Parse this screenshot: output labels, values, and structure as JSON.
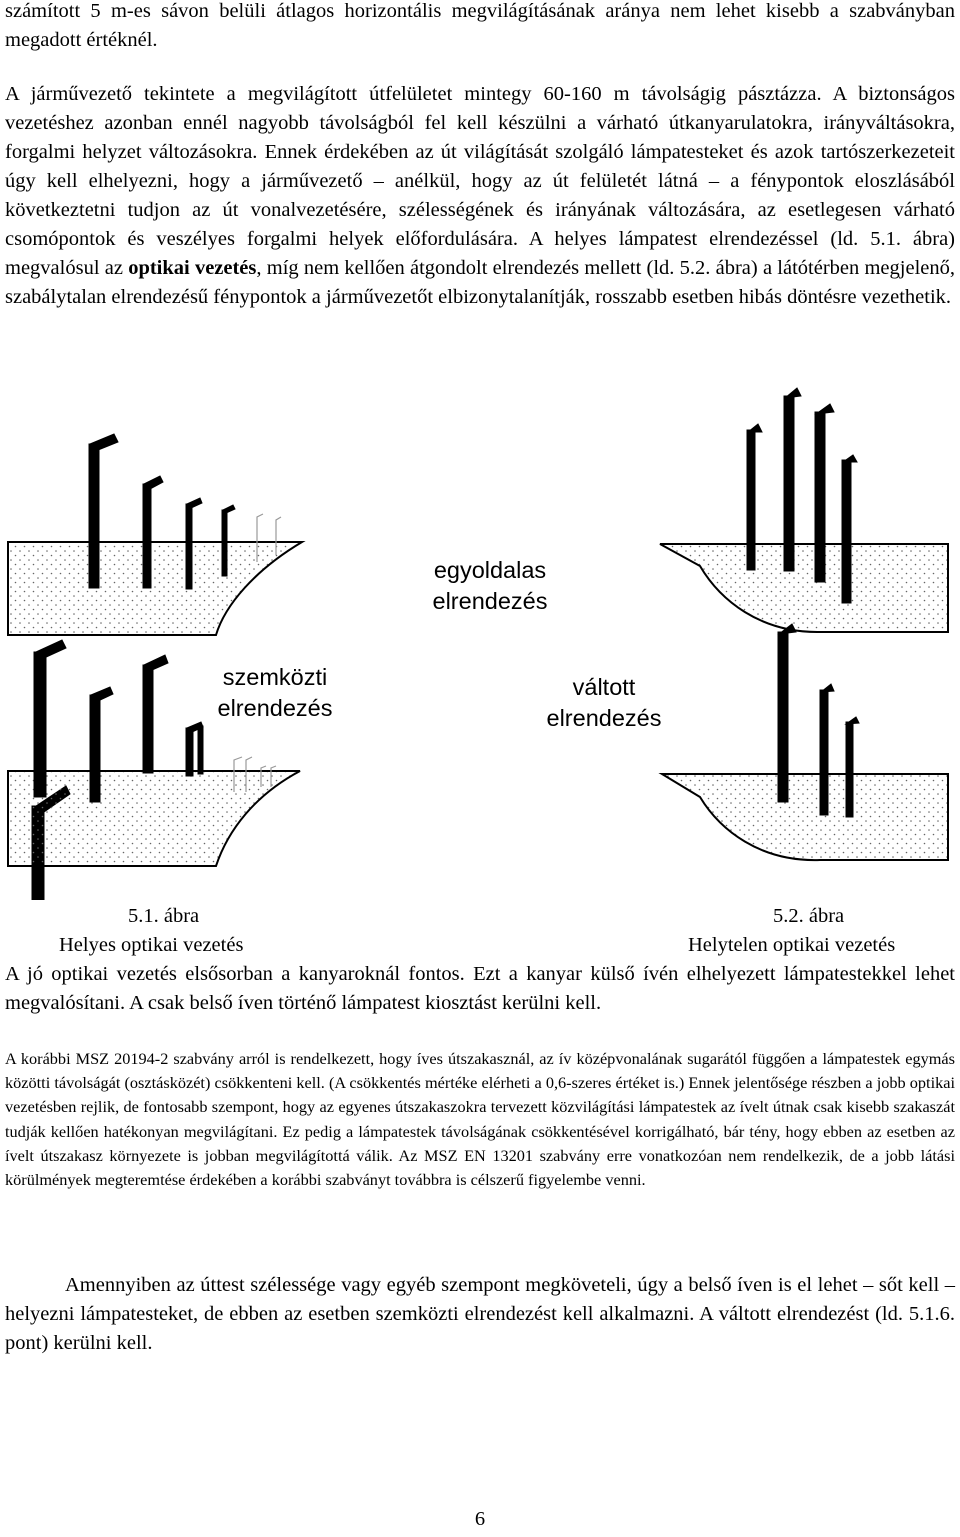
{
  "paragraphs": {
    "p1": "számított 5 m-es sávon belüli átlagos horizontális megvilágításának aránya nem lehet kisebb a szabványban megadott értéknél.",
    "p2_a": "A járművezető tekintete a megvilágított útfelületet mintegy 60-160 m távolságig pásztázza. A biztonságos vezetéshez azonban ennél nagyobb távolságból fel kell készülni a várható útkanyarulatokra, irányváltásokra, forgalmi helyzet változásokra. Ennek érdekében az út világítását szolgáló lámpatesteket és azok tartószerkezeteit úgy kell elhelyezni, hogy a járművezető – anélkül, hogy az út felületét látná – a fénypontok eloszlásából következtetni tudjon az út vonalvezetésére, szélességének és irányának változására, az esetlegesen várható csomópontok és veszélyes forgalmi helyek előfordulására. A helyes lámpatest elrendezéssel (ld. 5.1. ábra) megvalósul az ",
    "p2_bold": "optikai vezetés",
    "p2_b": ", míg nem kellően átgondolt elrendezés mellett (ld. 5.2. ábra) a látótérben megjelenő, szabálytalan elrendezésű fénypontok a járművezetőt elbizonytalanítják, rosszabb esetben hibás döntésre vezethetik.",
    "p3": "A jó optikai vezetés elsősorban a kanyaroknál fontos. Ezt a kanyar külső ívén elhelyezett lámpatestekkel lehet megvalósítani. A csak belső íven történő lámpatest kiosztást kerülni kell.",
    "p4": "A korábbi MSZ 20194-2 szabvány arról is rendelkezett, hogy íves útszakasznál, az ív középvonalának sugarától függően a lámpatestek egymás közötti távolságát (osztásközét) csökkenteni kell. (A csökkentés mértéke elérheti a 0,6-szeres értéket is.) Ennek jelentősége részben a jobb optikai vezetésben rejlik, de fontosabb szempont, hogy az egyenes útszakaszokra tervezett közvilágítási lámpatestek az ívelt útnak csak kisebb szakaszát tudják kellően hatékonyan megvilágítani. Ez pedig a lámpatestek távolságának csökkentésével korrigálható, bár tény, hogy ebben az esetben az ívelt útszakasz környezete is jobban megvilágítottá válik. Az MSZ EN 13201 szabvány erre vonatkozóan nem rendelkezik, de a jobb látási körülmények megteremtése érdekében a korábbi szabványt továbbra is célszerű figyelembe venni.",
    "p5": "Amennyiben az úttest szélessége vagy egyéb szempont megköveteli, úgy a belső íven is el lehet – sőt kell – helyezni lámpatesteket, de ebben az esetben szemközti elrendezést kell alkalmazni. A váltott elrendezést (ld. 5.1.6. pont) kerülni kell."
  },
  "figures": {
    "label_one_sided_1": "egyoldalas",
    "label_one_sided_2": "elrendezés",
    "label_opposite_1": "szemközti",
    "label_opposite_2": "elrendezés",
    "label_staggered_1": "váltott",
    "label_staggered_2": "elrendezés",
    "fig1_number": "5.1. ábra",
    "fig1_title": "Helyes optikai vezetés",
    "fig2_number": "5.2. ábra",
    "fig2_title": "Helytelen optikai vezetés"
  },
  "page_number": "6"
}
